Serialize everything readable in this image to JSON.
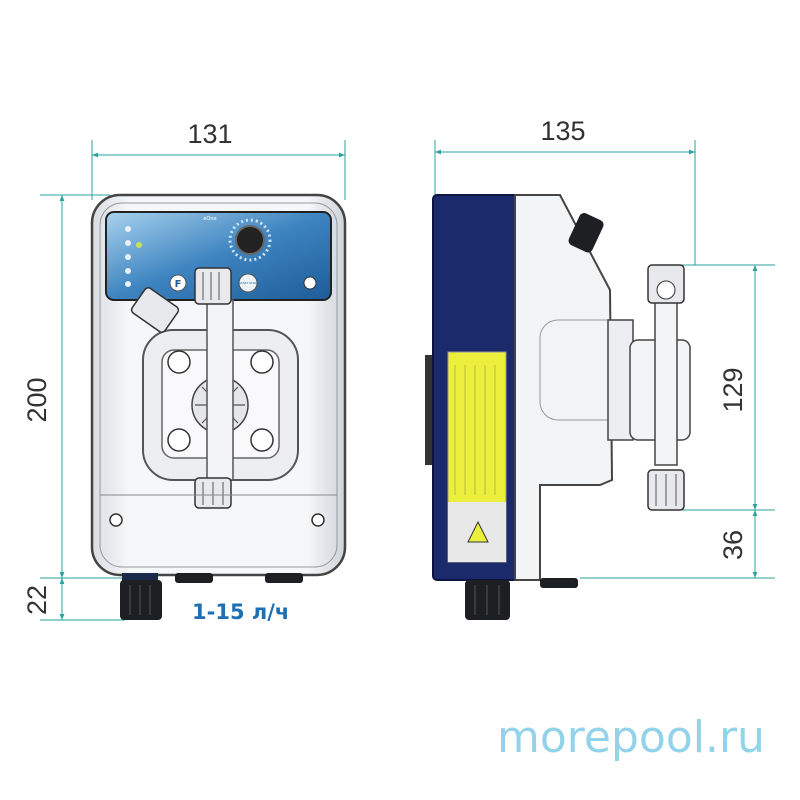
{
  "front_view": {
    "width_label": "131",
    "height_label": "200",
    "foot_label": "22",
    "flow_rate": "1-15 л/ч",
    "panel_brand": "eOne",
    "panel_button": "START STOP"
  },
  "side_view": {
    "depth_label": "135",
    "head_height_label": "129",
    "bottom_offset_label": "36"
  },
  "watermark": "morepool.ru",
  "colors": {
    "dimension_line": "#2aa39c",
    "flow_text": "#1f6fb3",
    "watermark": "#93d3ea",
    "housing_blue": "#1b2a6b",
    "panel_blue": "#3d84c0",
    "warning_label": "#ecf03c"
  }
}
